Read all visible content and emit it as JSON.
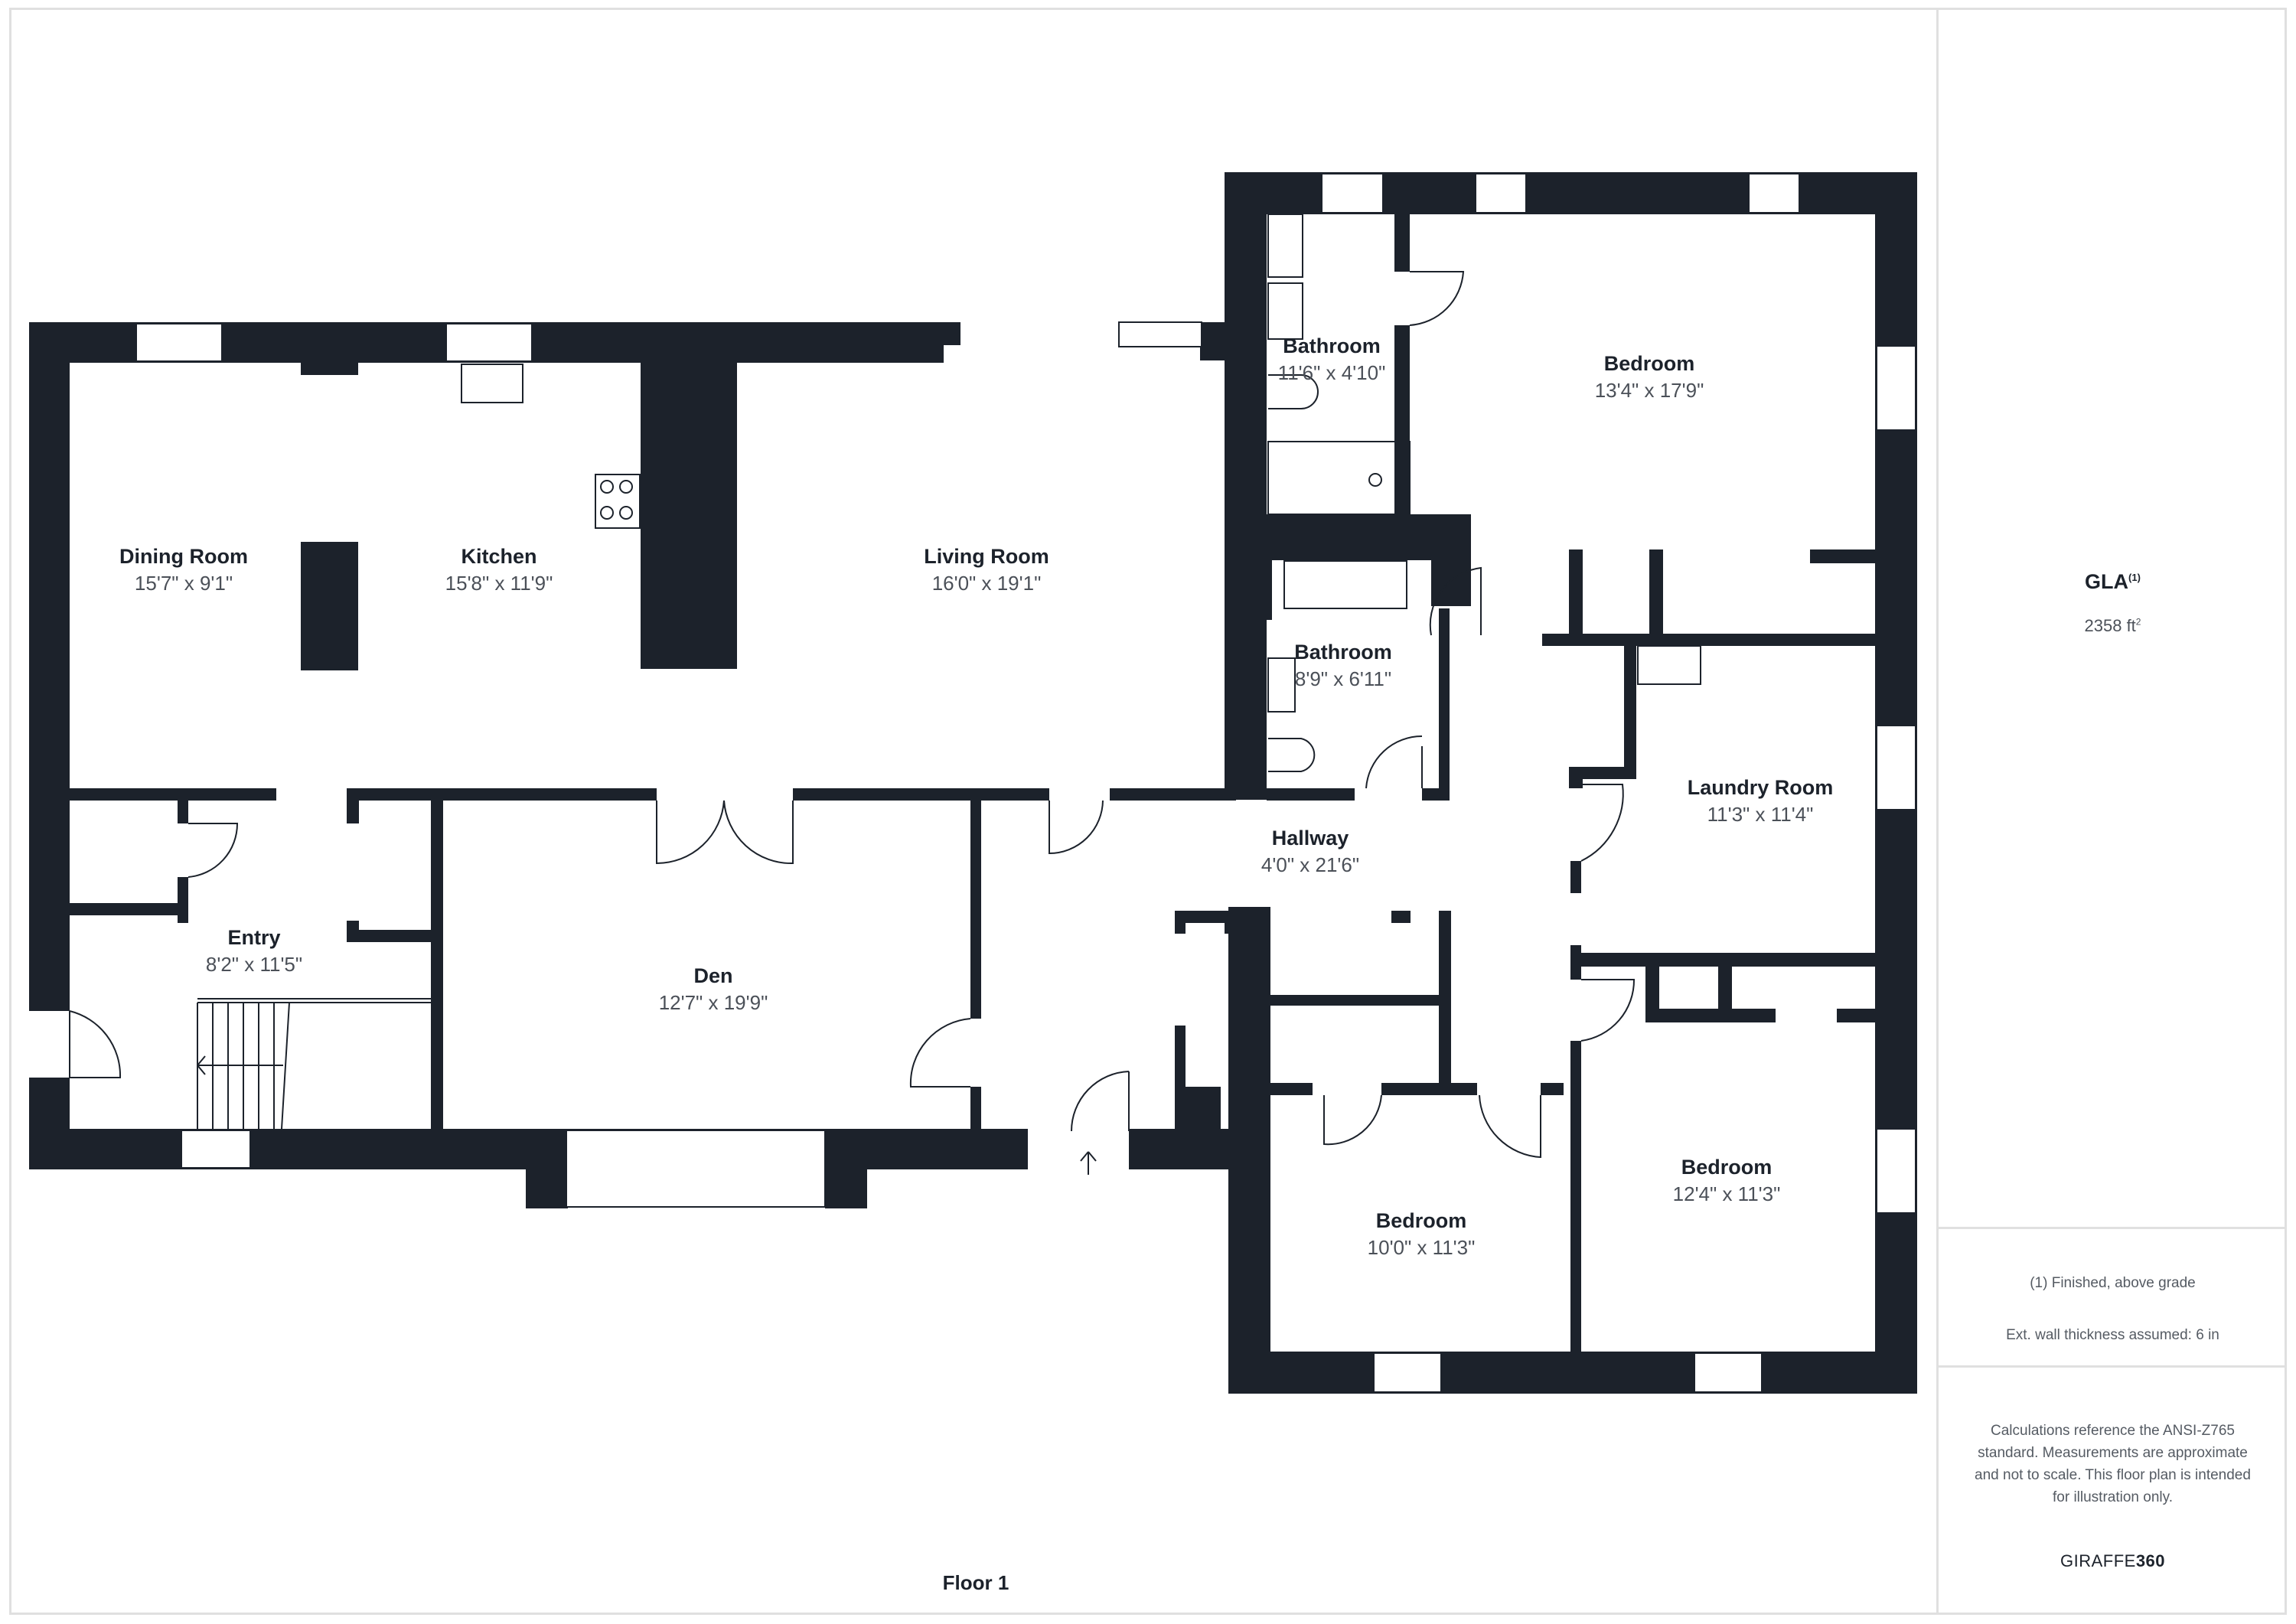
{
  "floor": {
    "label": "Floor 1"
  },
  "colors": {
    "wall": "#1c222b",
    "border": "#e0e0e0",
    "text_dim": "#4b5058"
  },
  "rooms": [
    {
      "name": "Dining Room",
      "dimensions": "15'7\" x 9'1\""
    },
    {
      "name": "Kitchen",
      "dimensions": "15'8\" x 11'9\""
    },
    {
      "name": "Living Room",
      "dimensions": "16'0\" x 19'1\""
    },
    {
      "name": "Bathroom",
      "dimensions": "11'6\" x 4'10\""
    },
    {
      "name": "Bedroom",
      "dimensions": "13'4\" x 17'9\""
    },
    {
      "name": "Bathroom",
      "dimensions": "8'9\" x 6'11\""
    },
    {
      "name": "Laundry Room",
      "dimensions": "11'3\" x 11'4\""
    },
    {
      "name": "Hallway",
      "dimensions": "4'0\" x 21'6\""
    },
    {
      "name": "Entry",
      "dimensions": "8'2\" x 11'5\""
    },
    {
      "name": "Den",
      "dimensions": "12'7\" x 19'9\""
    },
    {
      "name": "Bedroom",
      "dimensions": "10'0\" x 11'3\""
    },
    {
      "name": "Bedroom",
      "dimensions": "12'4\" x 11'3\""
    }
  ],
  "summary": {
    "gla_label": "GLA",
    "gla_footnote": "(1)",
    "gla_value": "2358 ft",
    "gla_unit_sup": "2",
    "note_1": "(1) Finished, above grade",
    "note_2": "Ext. wall thickness assumed: 6 in",
    "disclaimer": "Calculations reference the ANSI-Z765 standard. Measurements are approximate and not to scale. This floor plan is intended for illustration only.",
    "brand_light": "GIRAFFE",
    "brand_bold": "360"
  }
}
